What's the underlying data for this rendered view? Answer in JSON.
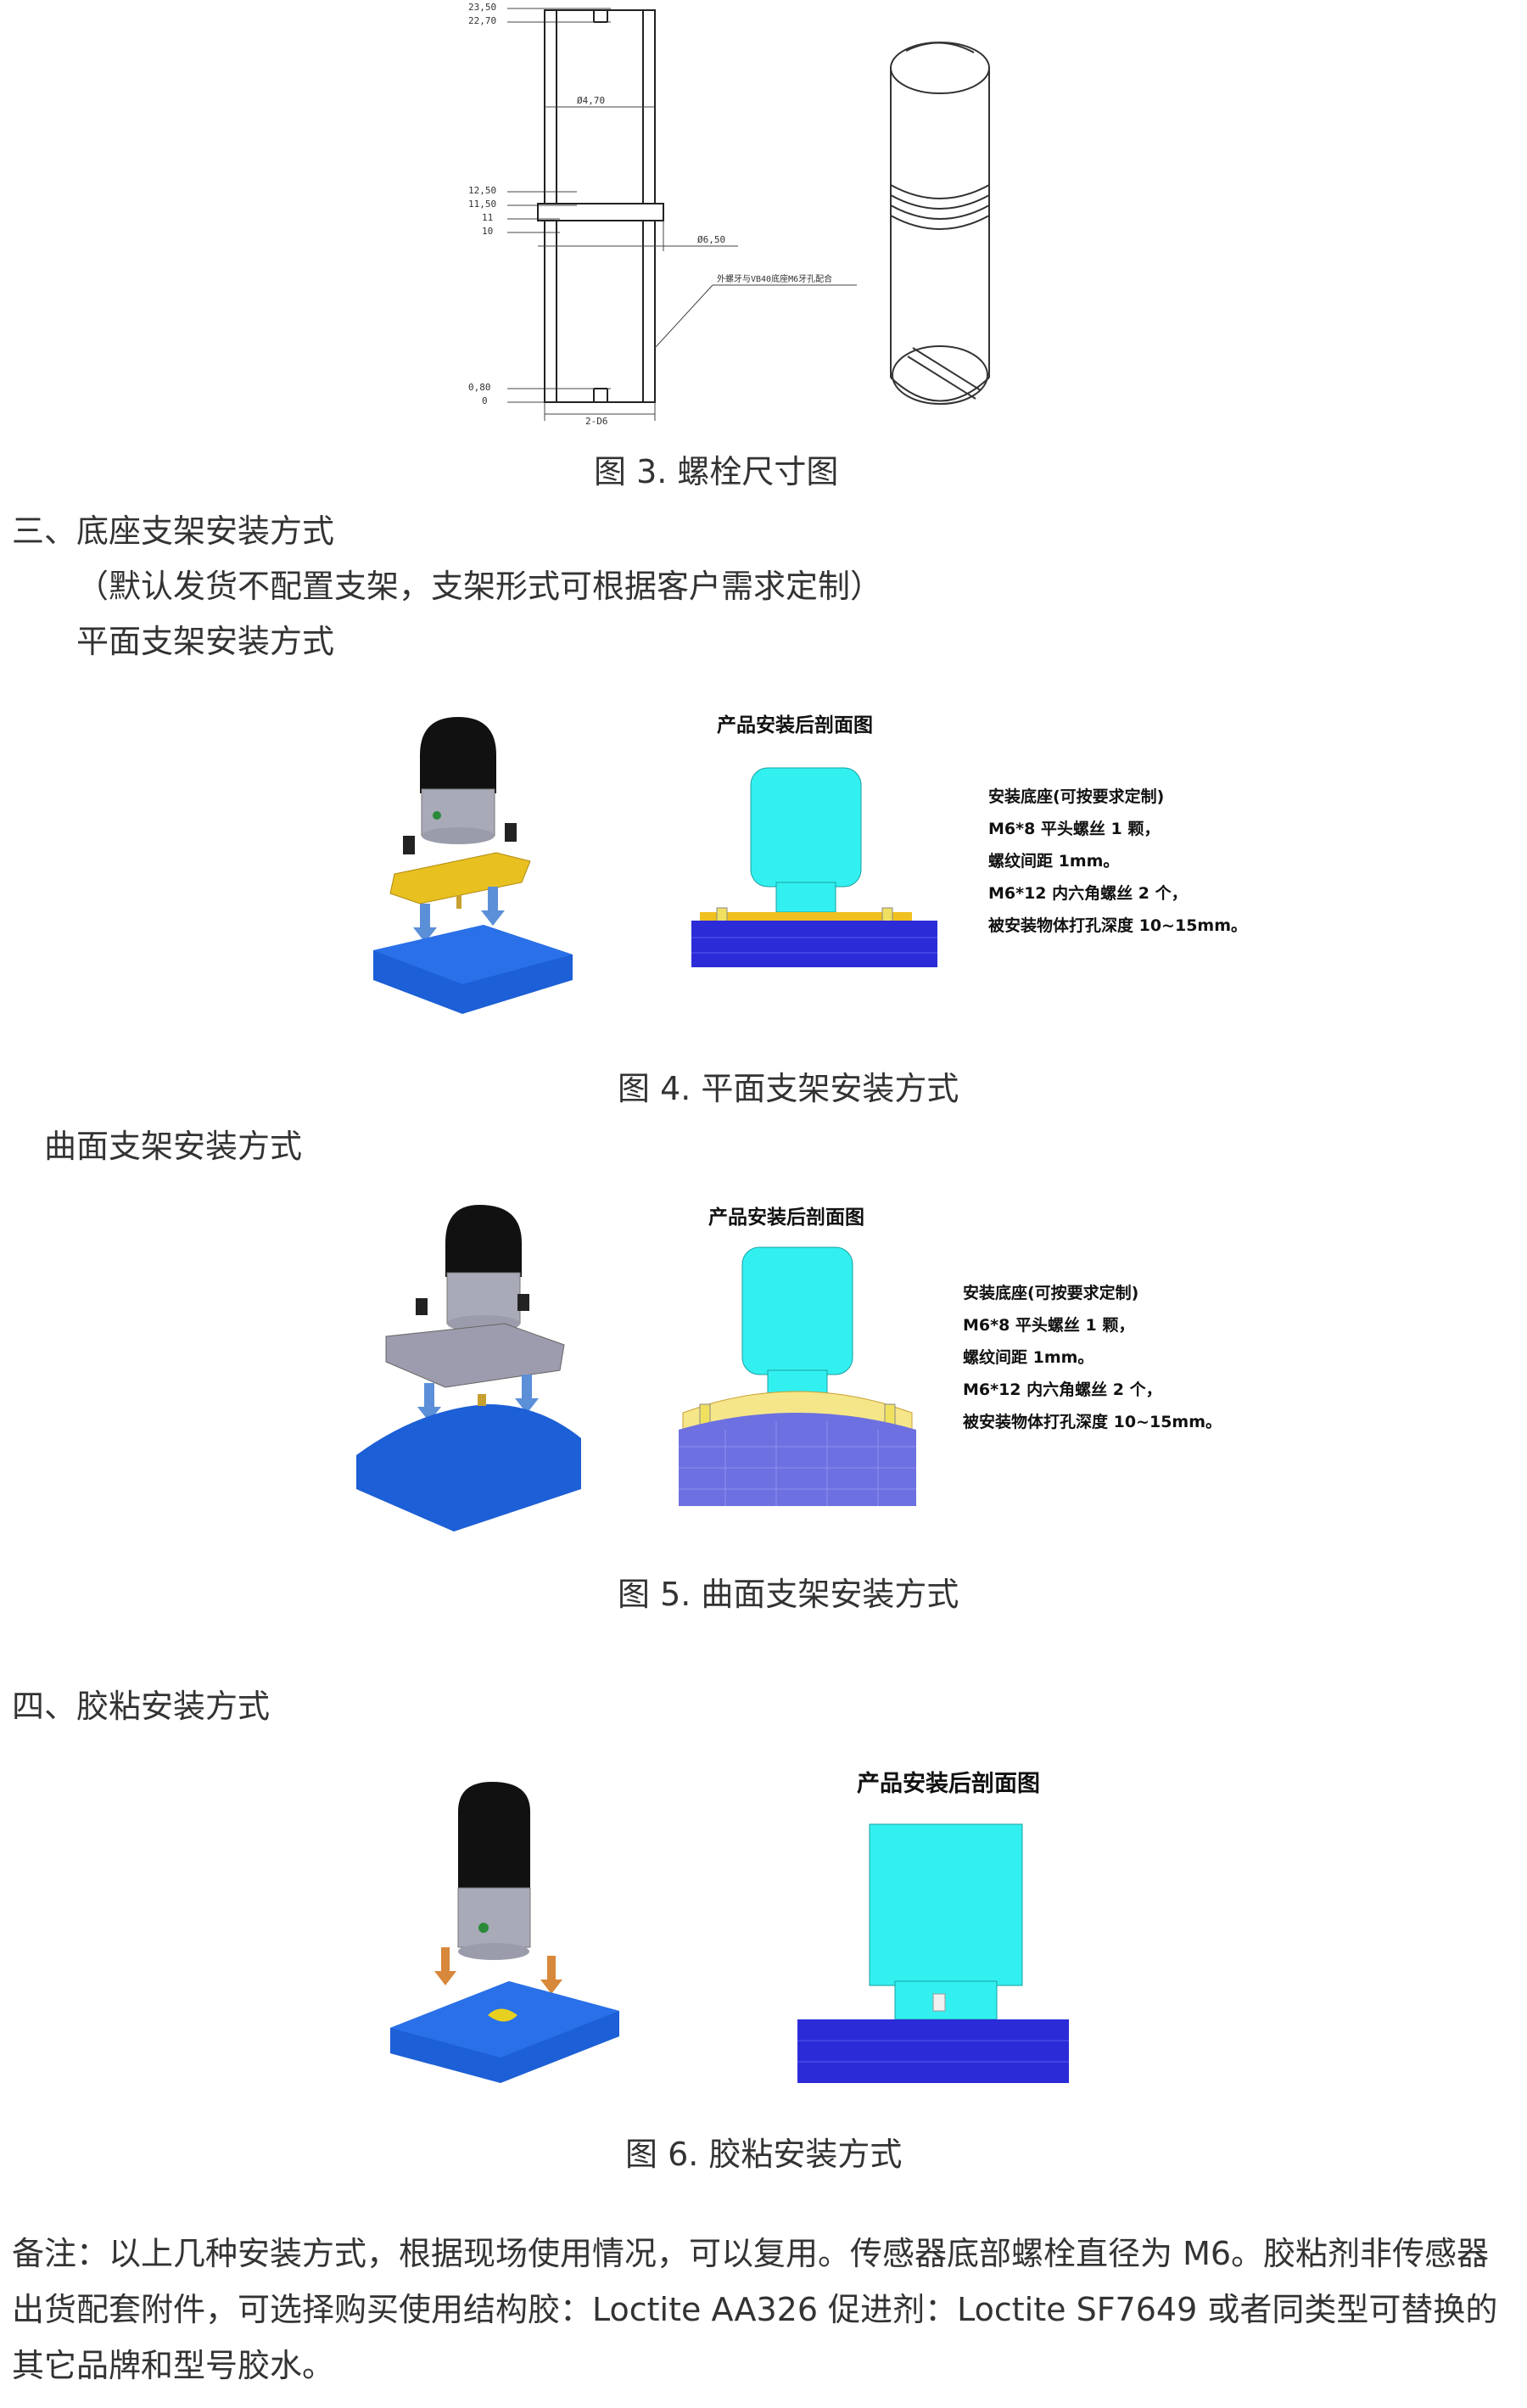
{
  "figure3": {
    "caption": "图 3.  螺栓尺寸图",
    "dims_left": [
      "23,50",
      "22,70",
      "12,50",
      "11,50",
      "11",
      "10",
      "0,80",
      "0"
    ],
    "dim_d1": "Ø4,70",
    "dim_d2": "Ø6,50",
    "dim_slot": "2-D6",
    "note": "外螺牙与VB40底座M6牙孔配合"
  },
  "section3": {
    "heading": "三、底座支架安装方式",
    "subtitle": "（默认发货不配置支架，支架形式可根据客户需求定制）",
    "flat_heading": "平面支架安装方式",
    "curved_heading": "曲面支架安装方式"
  },
  "figure4": {
    "section_title": "产品安装后剖面图",
    "notes": [
      "安装底座(可按要求定制)",
      "M6*8 平头螺丝 1 颗，",
      "螺纹间距 1mm。",
      "M6*12 内六角螺丝 2 个，",
      "被安装物体打孔深度 10~15mm。"
    ],
    "caption": "图 4.  平面支架安装方式"
  },
  "figure5": {
    "section_title": "产品安装后剖面图",
    "notes": [
      "安装底座(可按要求定制)",
      "M6*8 平头螺丝 1 颗，",
      "螺纹间距 1mm。",
      "M6*12 内六角螺丝 2 个，",
      "被安装物体打孔深度 10~15mm。"
    ],
    "caption": "图 5.  曲面支架安装方式"
  },
  "section4": {
    "heading": "四、胶粘安装方式"
  },
  "figure6": {
    "section_title": "产品安装后剖面图",
    "caption": "图 6.  胶粘安装方式"
  },
  "remark": {
    "text": "备注：以上几种安装方式，根据现场使用情况，可以复用。传感器底部螺栓直径为 M6。胶粘剂非传感器出货配套附件，可选择购买使用结构胶：Loctite AA326 促进剂：Loctite SF7649 或者同类型可替换的其它品牌和型号胶水。"
  },
  "colors": {
    "cyan": "#33f0f0",
    "blue_block": "#1c5fd6",
    "base_blue": "#2b2bd8",
    "yellow": "#f0c020",
    "arrow": "#5b8fd8"
  }
}
